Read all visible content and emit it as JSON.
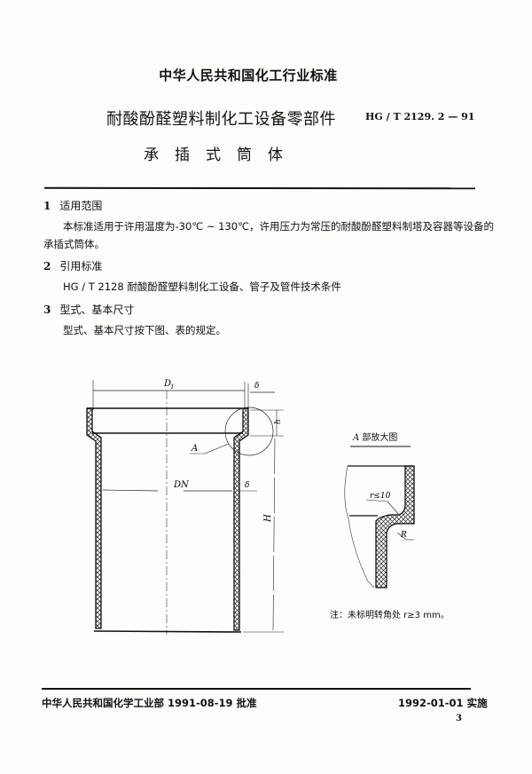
{
  "header": {
    "organization": "中华人民共和国化工行业标准",
    "title": "耐酸酚醛塑料制化工设备零部件",
    "subtitle": "承插式筒体",
    "standard_code": "HG / T 2129. 2 — 91"
  },
  "sections": [
    {
      "number": "1",
      "heading": "适用范围",
      "body_line1": "本标准适用于许用温度为-30℃ ~ 130℃，许用压力为常压的耐酸酚醛塑料制塔及容器等设备的",
      "body_line2": "承插式筒体。"
    },
    {
      "number": "2",
      "heading": "引用标准",
      "body_line1": "HG / T 2128    耐酸酚醛塑料制化工设备、管子及管件技术条件"
    },
    {
      "number": "3",
      "heading": "型式、基本尺寸",
      "body_line1": "型式、基本尺寸按下图、表的规定。"
    }
  ],
  "drawing": {
    "main_labels": {
      "d1": "D",
      "d1_sub": "1",
      "delta_top": "δ",
      "h": "h",
      "a": "A",
      "dn": "DN",
      "delta_wall": "δ",
      "height": "H"
    },
    "detail": {
      "title_letter": "A",
      "title_text": " 部放大图",
      "r_small": "r≤10",
      "r_large": "R"
    },
    "note": "注：未标明转角处 r≥3 mm。"
  },
  "footer": {
    "approval": "中华人民共和国化学工业部 1991-08-19 批准",
    "effective": "1992-01-01 实施",
    "page_number": "3"
  }
}
